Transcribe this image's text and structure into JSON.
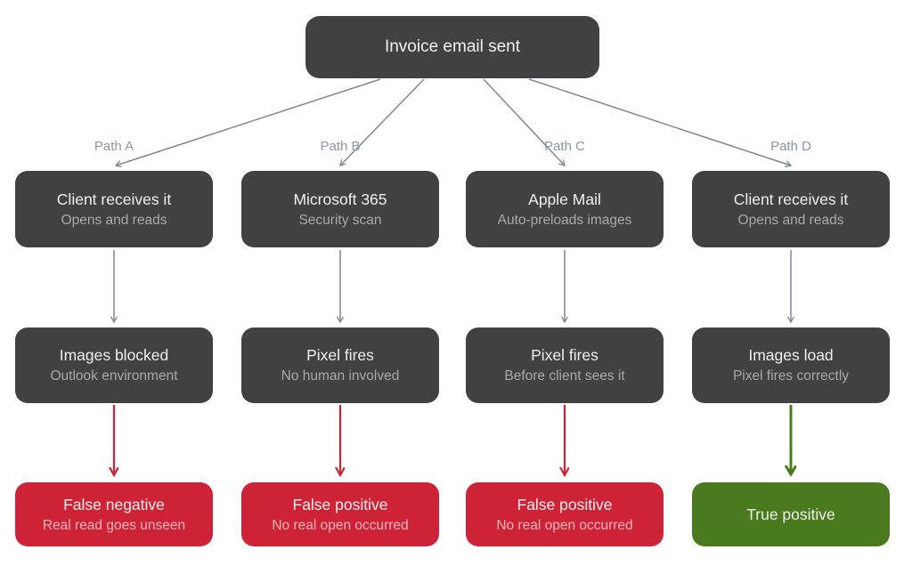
{
  "colors": {
    "node_dark": "#414141",
    "outcome_negative": "#ce2236",
    "outcome_positive": "#4a7a1e",
    "arrow_gray": "#7d898f",
    "path_label": "#8d979c",
    "title_text": "#f2f0ee",
    "subtitle_text_dark": "#a9a9a9",
    "subtitle_text_red": "#f0b6bd"
  },
  "root": {
    "label": "Invoice email sent"
  },
  "paths": [
    {
      "name": "Path A",
      "stage1": {
        "title": "Client receives it",
        "subtitle": "Opens and reads"
      },
      "stage2": {
        "title": "Images blocked",
        "subtitle": "Outlook environment"
      },
      "outcome": {
        "title": "False negative",
        "subtitle": "Real read goes unseen",
        "type": "negative"
      }
    },
    {
      "name": "Path B",
      "stage1": {
        "title": "Microsoft 365",
        "subtitle": "Security scan"
      },
      "stage2": {
        "title": "Pixel fires",
        "subtitle": "No human involved"
      },
      "outcome": {
        "title": "False positive",
        "subtitle": "No real open occurred",
        "type": "negative"
      }
    },
    {
      "name": "Path C",
      "stage1": {
        "title": "Apple Mail",
        "subtitle": "Auto-preloads images"
      },
      "stage2": {
        "title": "Pixel fires",
        "subtitle": "Before client sees it"
      },
      "outcome": {
        "title": "False positive",
        "subtitle": "No real open occurred",
        "type": "negative"
      }
    },
    {
      "name": "Path D",
      "stage1": {
        "title": "Client receives it",
        "subtitle": "Opens and reads"
      },
      "stage2": {
        "title": "Images load",
        "subtitle": "Pixel fires correctly"
      },
      "outcome": {
        "title": "True positive",
        "subtitle": "",
        "type": "positive"
      }
    }
  ]
}
